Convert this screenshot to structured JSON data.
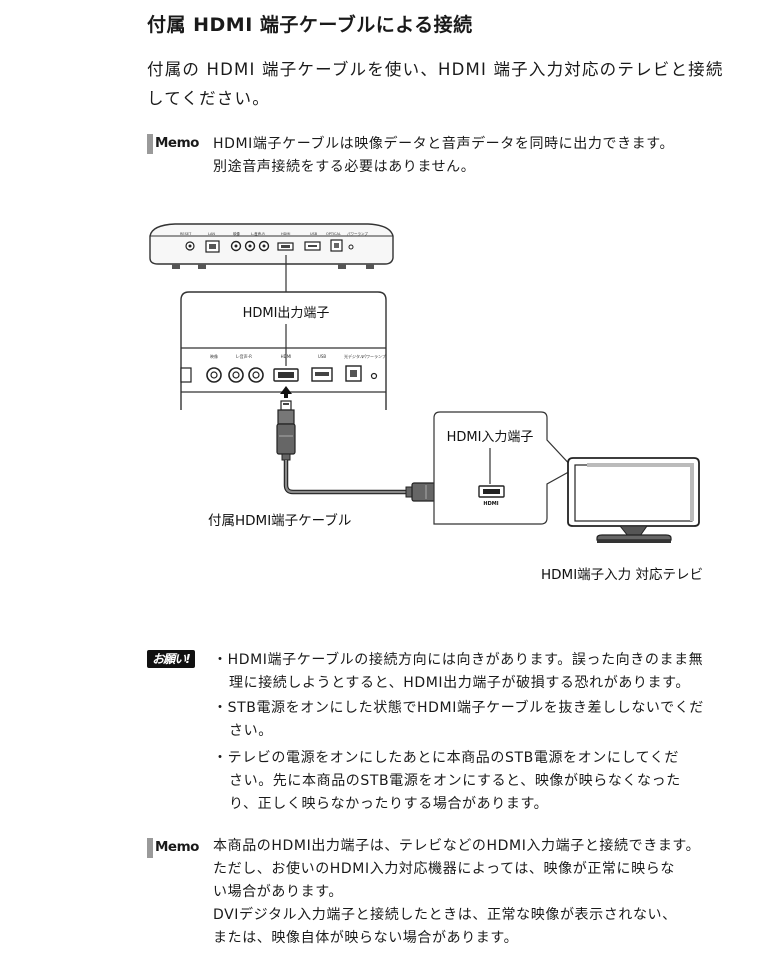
{
  "heading": "付属 HDMI 端子ケーブルによる接続",
  "intro": [
    "付属の HDMI 端子ケーブルを使い、HDMI 端子入力対応のテレビと接続",
    "してください。"
  ],
  "memo_label": "Memo",
  "memo1": [
    "HDMI端子ケーブルは映像データと音声データを同時に出力できます。",
    "別途音声接続をする必要はありません。"
  ],
  "diagram": {
    "box_top_labels": [
      "RESET",
      "LAN",
      "映像",
      "L-音声-R",
      "HDMI",
      "USB",
      "OPTICAL",
      "パワーランプ"
    ],
    "zoom_labels": [
      "映像",
      "L-音声-R",
      "HDMI",
      "USB",
      "光デジタル",
      "パワーランプ"
    ],
    "hdmi_out_label": "HDMI出力端子",
    "hdmi_in_label": "HDMI入力端子",
    "hdmi_port_label": "HDMI",
    "cable_label": "付属HDMI端子ケーブル",
    "tv_label": "HDMI端子入力 対応テレビ"
  },
  "onegai_label": "お願い!",
  "notes": [
    [
      "・HDMI端子ケーブルの接続方向には向きがあります。誤った向きのまま無",
      "理に接続しようとすると、HDMI出力端子が破損する恐れがあります。"
    ],
    [
      "・STB電源をオンにした状態でHDMI端子ケーブルを抜き差ししないでくだ",
      "さい。"
    ],
    [
      "・テレビの電源をオンにしたあとに本商品のSTB電源をオンにしてくだ",
      "さい。先に本商品のSTB電源をオンにすると、映像が映らなくなった",
      "り、正しく映らなかったりする場合があります。"
    ]
  ],
  "memo2": [
    "本商品のHDMI出力端子は、テレビなどのHDMI入力端子と接続できます。",
    "ただし、お使いのHDMI入力対応機器によっては、映像が正常に映らな",
    "い場合があります。",
    "DVIデジタル入力端子と接続したときは、正常な映像が表示されない、",
    "または、映像自体が映らない場合があります。"
  ]
}
